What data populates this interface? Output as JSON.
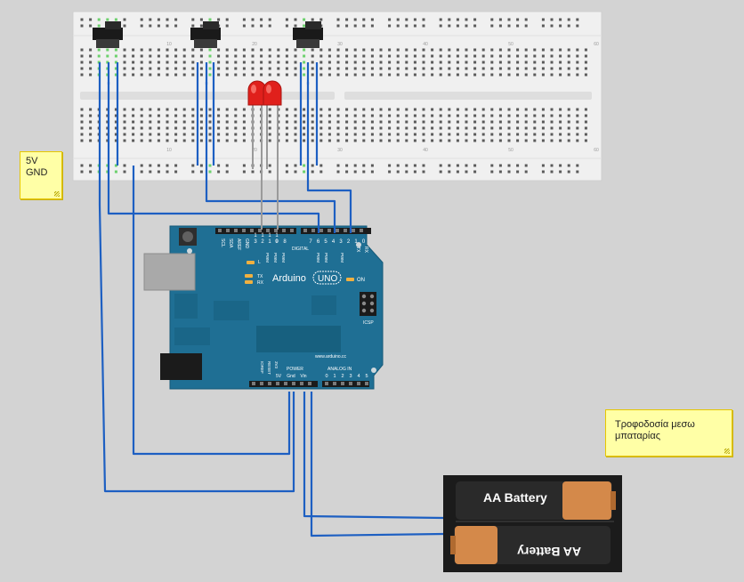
{
  "notes": {
    "power_label": {
      "line1": "5V",
      "line2": "GND"
    },
    "battery_label": {
      "line1": "Τροφοδοσία μεσω",
      "line2": "μπαταρίας"
    }
  },
  "arduino": {
    "brand": "Arduino",
    "model": "UNO",
    "url": "www.arduino.cc",
    "on_label": "ON",
    "icsp_label": "ICSP",
    "digital_label": "DIGITAL",
    "pwm_label": "PWM",
    "tx_label": "TX",
    "rx_label": "RX",
    "l_label": "L",
    "top_left_labels": [
      "SCL",
      "SDA",
      "AREF",
      "GND"
    ],
    "digital_pins_top": [
      "1",
      "1",
      "1",
      "1",
      "",
      "",
      ""
    ],
    "digital_pins": [
      "3",
      "2",
      "1",
      "0",
      "9",
      "8",
      "7",
      "6",
      "5",
      "4",
      "3",
      "2",
      "1",
      "0"
    ],
    "power_section_label": "POWER",
    "analog_section_label": "ANALOG IN",
    "power_pins": [
      "IOREF",
      "RESET",
      "3V3",
      "5V",
      "Gnd",
      "Vin"
    ],
    "analog_pins": [
      "0",
      "1",
      "2",
      "3",
      "4",
      "5"
    ]
  },
  "battery": {
    "top_label": "AA Battery",
    "bottom_label": "AA Battery"
  },
  "breadboard": {
    "column_numbers": [
      "10",
      "20",
      "30",
      "40",
      "50",
      "60"
    ]
  },
  "colors": {
    "background": "#d3d3d3",
    "wire": "#1d5fc2",
    "arduino_board": "#1f6f94",
    "breadboard": "#f2f2f2",
    "led": "#e0201c",
    "note": "#ffffa6",
    "battery_copper": "#d4894a"
  }
}
